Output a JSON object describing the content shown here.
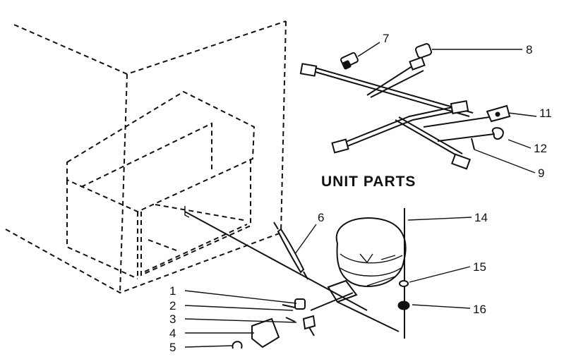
{
  "diagram": {
    "title": "UNIT PARTS",
    "callouts": [
      {
        "id": "c1",
        "label": "1"
      },
      {
        "id": "c2",
        "label": "2"
      },
      {
        "id": "c3",
        "label": "3"
      },
      {
        "id": "c4",
        "label": "4"
      },
      {
        "id": "c5",
        "label": "5"
      },
      {
        "id": "c6",
        "label": "6"
      },
      {
        "id": "c7",
        "label": "7"
      },
      {
        "id": "c8",
        "label": "8"
      },
      {
        "id": "c9",
        "label": "9"
      },
      {
        "id": "c11",
        "label": "11"
      },
      {
        "id": "c12",
        "label": "12"
      },
      {
        "id": "c14",
        "label": "14"
      },
      {
        "id": "c15",
        "label": "15"
      },
      {
        "id": "c16",
        "label": "16"
      }
    ]
  }
}
